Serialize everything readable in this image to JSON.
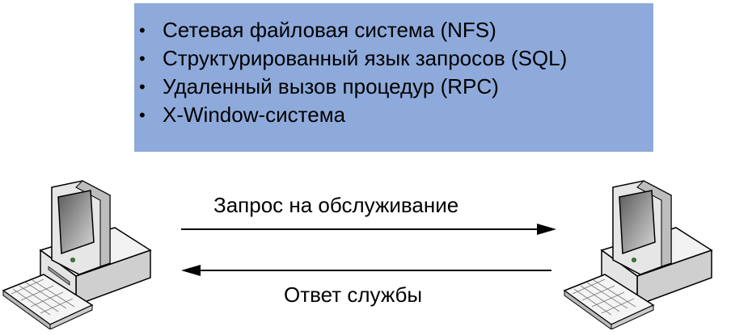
{
  "services": {
    "items": [
      "Сетевая файловая система (NFS)",
      "Структурированный язык запросов (SQL)",
      "Удаленный вызов процедур (RPC)",
      "X-Window-система"
    ]
  },
  "connection": {
    "request_label": "Запрос на обслуживание",
    "response_label": "Ответ службы"
  },
  "colors": {
    "box_background": "#8eaadb",
    "computer_body": "#e6e6e6",
    "screen": "#7f7f7f"
  },
  "icons": {
    "left": "desktop-computer-icon",
    "right": "desktop-computer-icon",
    "bullet": "•"
  }
}
